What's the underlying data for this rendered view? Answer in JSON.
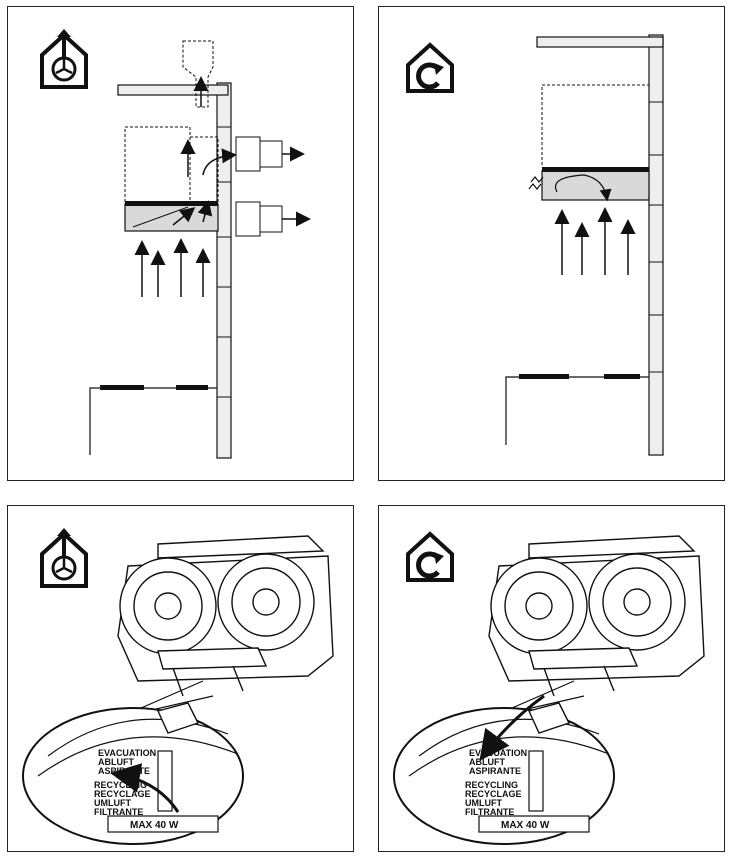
{
  "labels": {
    "line1": "EVACUATION",
    "line2": "ABLUFT",
    "line3": "ASPIRANTE",
    "line4": "RECYCLING",
    "line5": "RECYCLAGE",
    "line6": "UMLUFT",
    "line7": "FILTRANTE",
    "max_rating": "MAX 40 W"
  },
  "icons": {
    "ducted_mode": "house-with-upward-fan-arrow-icon",
    "recirculation_mode": "house-with-circular-arrow-icon"
  },
  "colors": {
    "ink": "#111111",
    "hood_fill": "#d9d9d9",
    "wall_fill": "#eeeeee"
  }
}
